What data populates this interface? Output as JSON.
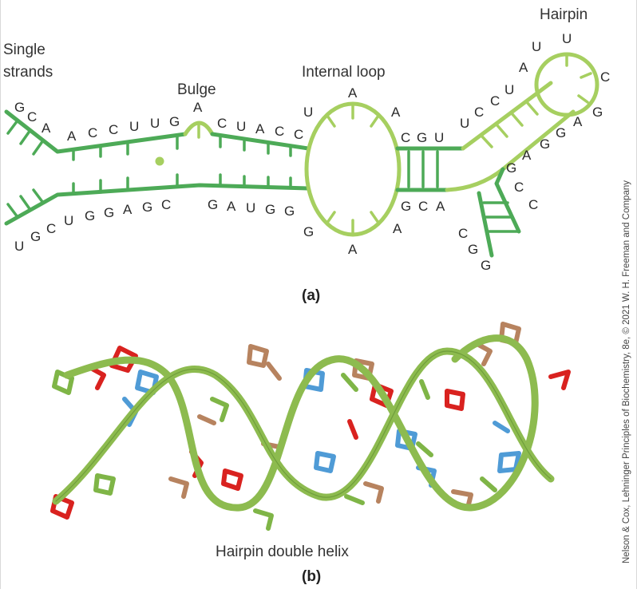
{
  "labels": {
    "single_strands_1": "Single",
    "single_strands_2": "strands",
    "bulge": "Bulge",
    "internal_loop": "Internal loop",
    "hairpin": "Hairpin",
    "helix_caption": "Hairpin double helix",
    "panel_a": "(a)",
    "panel_b": "(b)",
    "credit": "Nelson & Cox, Lehninger Principles of Biochemistry, 8e, © 2021 W. H. Freeman and Company"
  },
  "sequence": {
    "top_strand": [
      "G",
      "C",
      "A",
      "A",
      "C",
      "C",
      "U",
      "U",
      "G",
      "A",
      "C",
      "U",
      "A",
      "C",
      "C"
    ],
    "bottom_strand": [
      "U",
      "G",
      "C",
      "U",
      "G",
      "G",
      "A",
      "G",
      "C",
      "G",
      "A",
      "U",
      "G",
      "G"
    ],
    "internal_loop_top": [
      "U",
      "A",
      "A"
    ],
    "internal_loop_bottom": [
      "G",
      "A",
      "A"
    ],
    "stem2_top": [
      "C",
      "G",
      "U"
    ],
    "stem2_bottom": [
      "G",
      "C",
      "A"
    ],
    "hairpin_ascending": [
      "U",
      "C",
      "C",
      "U",
      "A",
      "U"
    ],
    "hairpin_loop": [
      "U",
      "C",
      "G"
    ],
    "hairpin_descending": [
      "A",
      "G",
      "G",
      "A",
      "G",
      "C",
      "C"
    ],
    "tail": [
      "C",
      "G",
      "G"
    ]
  },
  "colors": {
    "dark_green": "#4daa57",
    "light_green": "#a6cf60",
    "helix_backbone": "#8dbb4f",
    "red_base": "#d9221f",
    "blue_base": "#4f9bd6",
    "brown_base": "#b7835f",
    "green_base": "#7fb547"
  }
}
